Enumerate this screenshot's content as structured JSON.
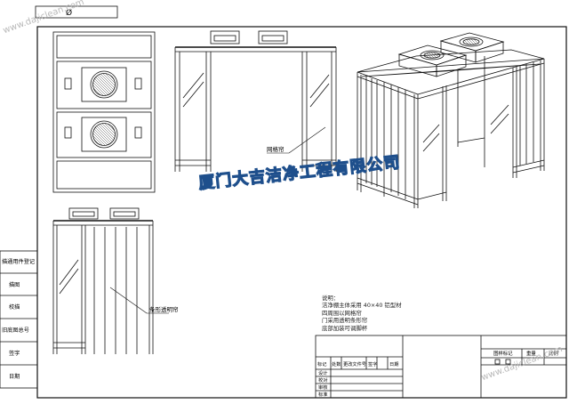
{
  "drawing": {
    "doc_code": "Ø",
    "labels": {
      "side_door": "网格帘",
      "strip_curtain": "条形透明帘"
    },
    "notes": {
      "heading": "说明：",
      "lines": [
        "洁净棚主体采用  40×40  铝型材",
        "四周围以网格帘",
        "门采用透明条形帘",
        "底部加装可调脚杯"
      ]
    },
    "left_strip": [
      "描通用件登记",
      "描图",
      "校描",
      "旧底图总号",
      "签字",
      "日期"
    ],
    "title_block": {
      "rev_headers": [
        "标记",
        "处数",
        "更改文件号",
        "签字",
        "日期"
      ],
      "sign_rows": [
        "设计",
        "校对",
        "审核",
        "标准"
      ],
      "stage_label": "图样标记",
      "weight_label": "重量",
      "scale_label": "比例"
    }
  },
  "watermark": {
    "main": "厦门大吉洁净工程有限公司",
    "corner_top": "www.dajiclean.com",
    "corner_bottom": "www.dajiclean.com"
  },
  "colors": {
    "line": "#111111",
    "watermark_outline": "#1e4f8c"
  }
}
